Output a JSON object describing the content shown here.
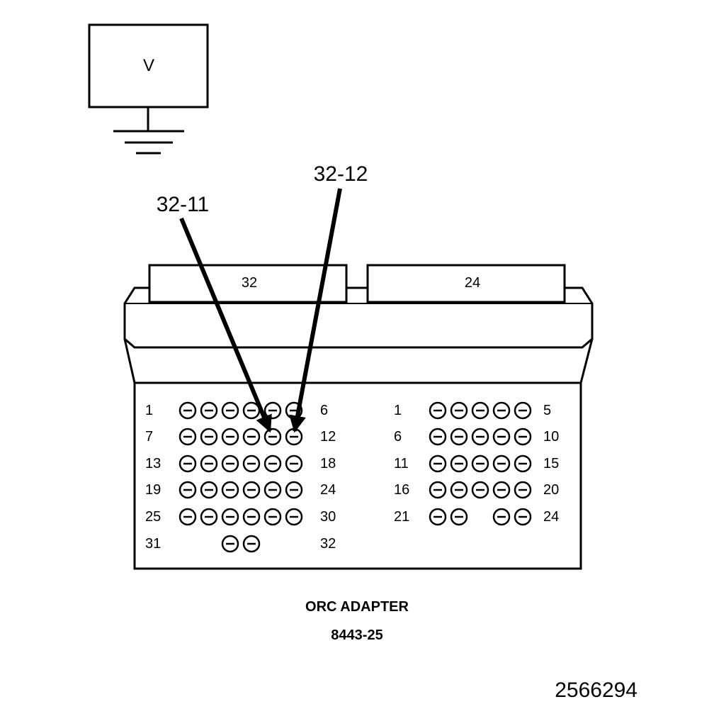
{
  "meter": {
    "label": "V"
  },
  "callouts": {
    "left": "32-11",
    "right": "32-12"
  },
  "connectors": {
    "left": "32",
    "right": "24"
  },
  "left_block": {
    "row_labels_left": [
      "1",
      "7",
      "13",
      "19",
      "25",
      "31"
    ],
    "row_labels_right": [
      "6",
      "12",
      "18",
      "24",
      "30",
      "32"
    ]
  },
  "right_block": {
    "row_labels_left": [
      "1",
      "6",
      "11",
      "16",
      "21"
    ],
    "row_labels_right": [
      "5",
      "10",
      "15",
      "20",
      "24"
    ]
  },
  "title": "ORC ADAPTER",
  "part_number": "8443-25",
  "figure_id": "2566294",
  "colors": {
    "line": "#000000",
    "background": "#ffffff"
  }
}
